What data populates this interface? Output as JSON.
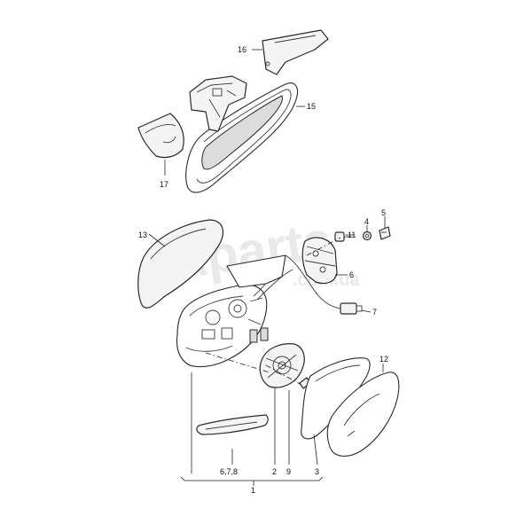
{
  "watermark": {
    "brand": "Xparts",
    "domain": ".com.ua"
  },
  "callouts": {
    "c1": "1",
    "c2": "2",
    "c3": "3",
    "c4": "4",
    "c5": "5",
    "c6": "6",
    "c7": "7",
    "c9": "9",
    "c11": "11",
    "c12": "12",
    "c13": "13",
    "c15": "15",
    "c16": "16",
    "c17": "17",
    "c678": "6,7,8"
  }
}
